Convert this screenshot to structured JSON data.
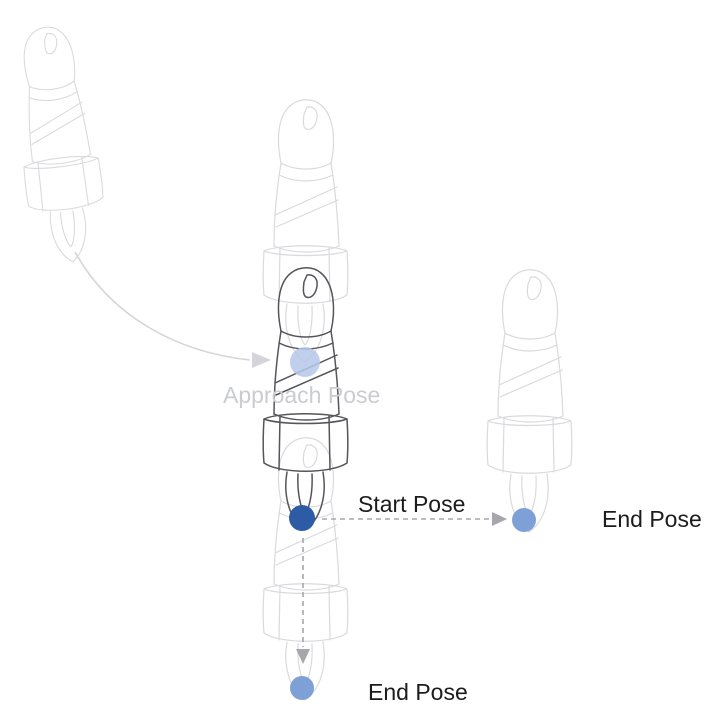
{
  "colors": {
    "background": "#ffffff",
    "ghost_stroke": "#dadade",
    "main_stroke": "#55555a",
    "curve_stroke": "#d5d5d9",
    "arrow_stroke": "#a7a7ab",
    "label_text": "#1c1c1e",
    "approach_label": "#caccd0"
  },
  "diagram": {
    "poses": [
      {
        "id": "approach",
        "label": "Approach Pose",
        "dot_color": "#b5c8e9",
        "style": "ghost"
      },
      {
        "id": "start",
        "label": "Start Pose",
        "dot_color": "#2d5ba5",
        "style": "emphasized"
      },
      {
        "id": "end_right",
        "label": "End Pose",
        "dot_color": "#7fa0d6",
        "style": "ghost"
      },
      {
        "id": "end_bottom",
        "label": "End Pose",
        "dot_color": "#7fa0d6",
        "style": "ghost"
      }
    ],
    "connections": [
      {
        "from": "start",
        "to": "end_right",
        "line": "dashed-arrow"
      },
      {
        "from": "start",
        "to": "end_bottom",
        "line": "dashed-arrow"
      },
      {
        "from": "retracted_arm",
        "to": "approach",
        "line": "curved-arrow"
      }
    ]
  }
}
